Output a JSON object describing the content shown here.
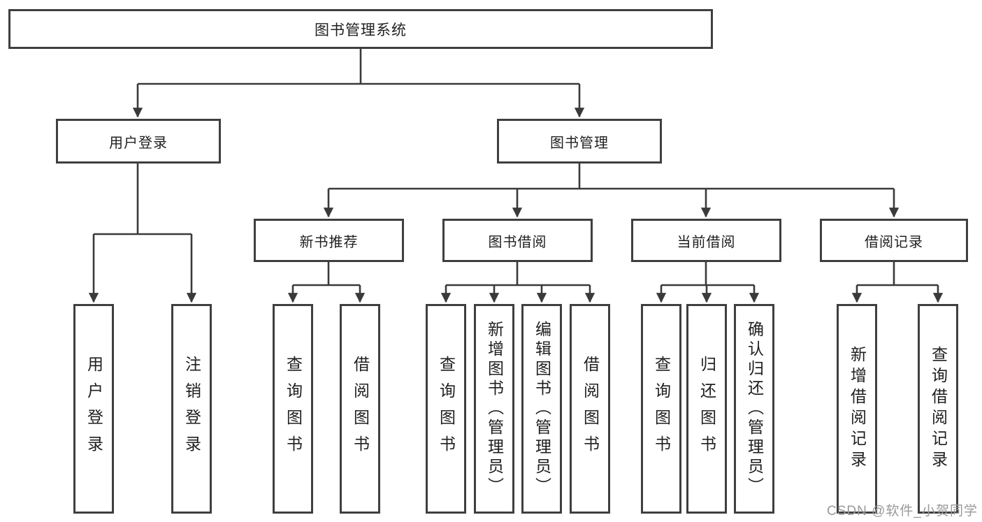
{
  "tree": {
    "root": {
      "label": "图书管理系统"
    },
    "branches": [
      {
        "label": "用户登录",
        "children": [
          "用户登录",
          "注销登录"
        ]
      },
      {
        "label": "图书管理",
        "groups": [
          {
            "label": "新书推荐",
            "children": [
              "查询图书",
              "借阅图书"
            ]
          },
          {
            "label": "图书借阅",
            "children": [
              "查询图书",
              "新增图书（管理员）",
              "编辑图书（管理员）",
              "借阅图书"
            ]
          },
          {
            "label": "当前借阅",
            "children": [
              "查询图书",
              "归还图书",
              "确认归还（管理员）"
            ]
          },
          {
            "label": "借阅记录",
            "children": [
              "新增借阅记录",
              "查询借阅记录"
            ]
          }
        ]
      }
    ]
  },
  "watermark": "CSDN @软件_小贺同学",
  "colors": {
    "line": "#3a3a3a",
    "border": "#3f3f3f",
    "text": "#1f1f1f",
    "watermark": "#999999",
    "background": "#ffffff"
  }
}
